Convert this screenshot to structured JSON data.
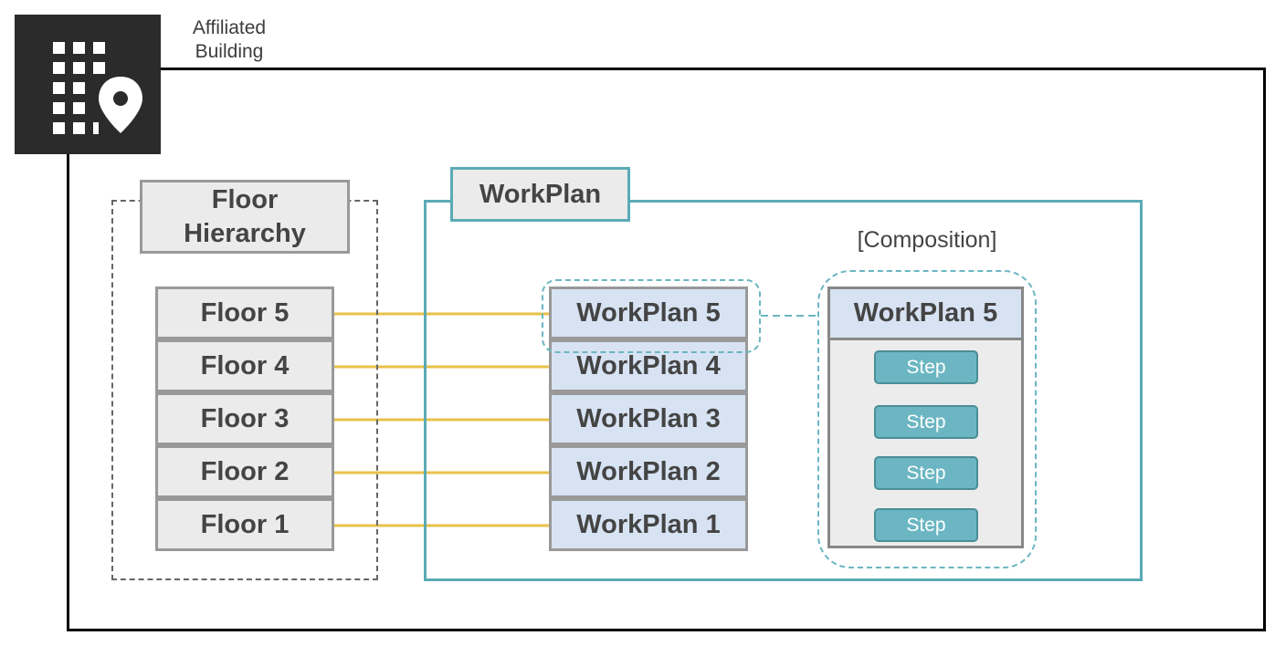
{
  "building": {
    "label": "Affiliated\nBuilding",
    "icon": "building-location-icon"
  },
  "floor_hierarchy": {
    "title": "Floor\nHierarchy",
    "floors": [
      "Floor 5",
      "Floor 4",
      "Floor 3",
      "Floor 2",
      "Floor 1"
    ]
  },
  "workplan": {
    "title": "WorkPlan",
    "plans": [
      "WorkPlan 5",
      "WorkPlan 4",
      "WorkPlan 3",
      "WorkPlan 2",
      "WorkPlan 1"
    ]
  },
  "composition": {
    "label": "[Composition]",
    "header": "WorkPlan 5",
    "steps": [
      "Step",
      "Step",
      "Step",
      "Step"
    ]
  },
  "colors": {
    "link_line": "#e8c24a",
    "workplan_accent": "#5aabb5",
    "step_fill": "#6bb6c2",
    "workplan_fill": "#d7e3f3",
    "floor_fill": "#ebebeb"
  }
}
